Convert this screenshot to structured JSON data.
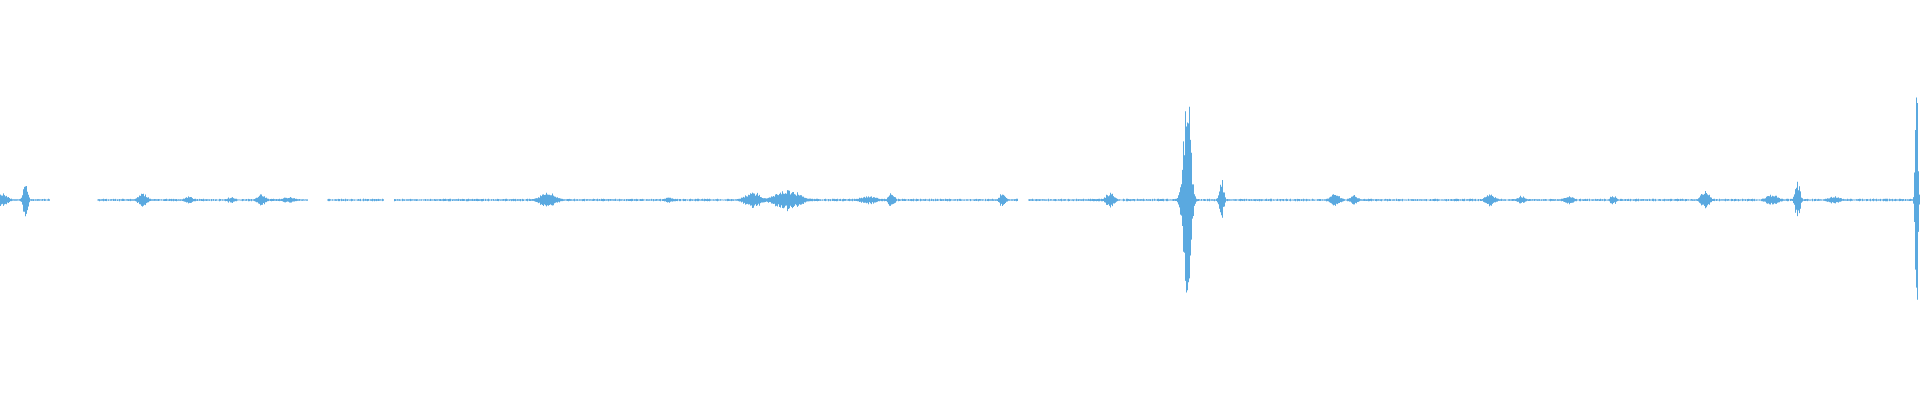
{
  "waveform": {
    "color": "#5aa9e0",
    "background": "#ffffff",
    "baseline_amplitude": 0.004,
    "bursts": [
      {
        "position": 0.0,
        "amplitude": 0.04,
        "spread": 0.003
      },
      {
        "position": 0.013,
        "amplitude": 0.12,
        "spread": 0.001
      },
      {
        "position": 0.074,
        "amplitude": 0.04,
        "spread": 0.002
      },
      {
        "position": 0.098,
        "amplitude": 0.02,
        "spread": 0.002
      },
      {
        "position": 0.12,
        "amplitude": 0.015,
        "spread": 0.002
      },
      {
        "position": 0.136,
        "amplitude": 0.03,
        "spread": 0.002
      },
      {
        "position": 0.15,
        "amplitude": 0.015,
        "spread": 0.003
      },
      {
        "position": 0.285,
        "amplitude": 0.04,
        "spread": 0.004
      },
      {
        "position": 0.348,
        "amplitude": 0.015,
        "spread": 0.002
      },
      {
        "position": 0.392,
        "amplitude": 0.04,
        "spread": 0.004
      },
      {
        "position": 0.41,
        "amplitude": 0.05,
        "spread": 0.006
      },
      {
        "position": 0.452,
        "amplitude": 0.02,
        "spread": 0.004
      },
      {
        "position": 0.464,
        "amplitude": 0.035,
        "spread": 0.0015
      },
      {
        "position": 0.522,
        "amplitude": 0.035,
        "spread": 0.0015
      },
      {
        "position": 0.578,
        "amplitude": 0.04,
        "spread": 0.002
      },
      {
        "position": 0.618,
        "amplitude": 0.53,
        "spread": 0.0018
      },
      {
        "position": 0.636,
        "amplitude": 0.11,
        "spread": 0.001
      },
      {
        "position": 0.695,
        "amplitude": 0.03,
        "spread": 0.0025
      },
      {
        "position": 0.705,
        "amplitude": 0.025,
        "spread": 0.002
      },
      {
        "position": 0.776,
        "amplitude": 0.03,
        "spread": 0.0025
      },
      {
        "position": 0.792,
        "amplitude": 0.02,
        "spread": 0.002
      },
      {
        "position": 0.817,
        "amplitude": 0.025,
        "spread": 0.002
      },
      {
        "position": 0.84,
        "amplitude": 0.025,
        "spread": 0.0015
      },
      {
        "position": 0.888,
        "amplitude": 0.05,
        "spread": 0.002
      },
      {
        "position": 0.923,
        "amplitude": 0.03,
        "spread": 0.003
      },
      {
        "position": 0.936,
        "amplitude": 0.09,
        "spread": 0.0012
      },
      {
        "position": 0.955,
        "amplitude": 0.02,
        "spread": 0.003
      },
      {
        "position": 0.998,
        "amplitude": 0.72,
        "spread": 0.0006
      }
    ],
    "gaps": [
      {
        "start": 0.026,
        "end": 0.05
      },
      {
        "start": 0.16,
        "end": 0.17
      },
      {
        "start": 0.2,
        "end": 0.205
      },
      {
        "start": 0.53,
        "end": 0.535
      }
    ]
  }
}
